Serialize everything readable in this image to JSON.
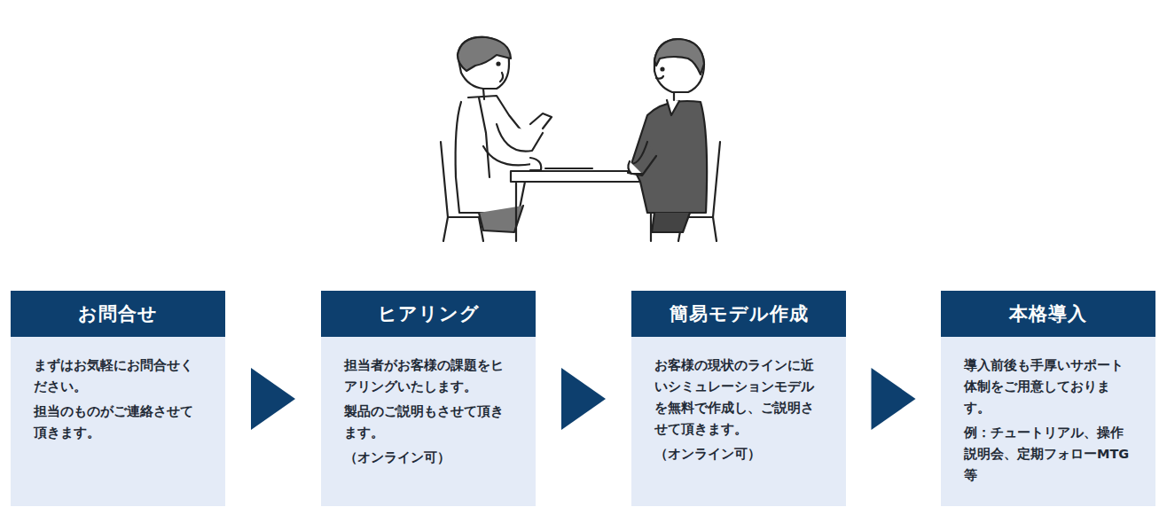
{
  "diagram": {
    "nodes": [
      {
        "text": [
          "お問合せ",
          "まずはお気軽にお問合せください。",
          "担当のものがご連絡させて頂きます。"
        ]
      },
      {
        "text": [
          "ヒアリング",
          "担当者がお客様の課題をヒアリングいたします。",
          "製品のご説明もさせて頂きます。",
          "（オンライン可）"
        ]
      },
      {
        "text": [
          "簡易モデル作成",
          "お客様の現状のラインに近いシミュレーションモデルを無料で作成し、ご説明させて頂きます。",
          "（オンライン可）"
        ]
      },
      {
        "text": [
          "本格導入",
          "導入前後も手厚いサポート体制をご用意しております。",
          "例：チュートリアル、操作説明会、定期フォローMTG等"
        ]
      }
    ],
    "edges": [
      {
        "from": 0,
        "to": 1,
        "arrow": "to"
      },
      {
        "from": 1,
        "to": 2,
        "arrow": "to"
      },
      {
        "from": 2,
        "to": 3,
        "arrow": "to"
      }
    ]
  }
}
